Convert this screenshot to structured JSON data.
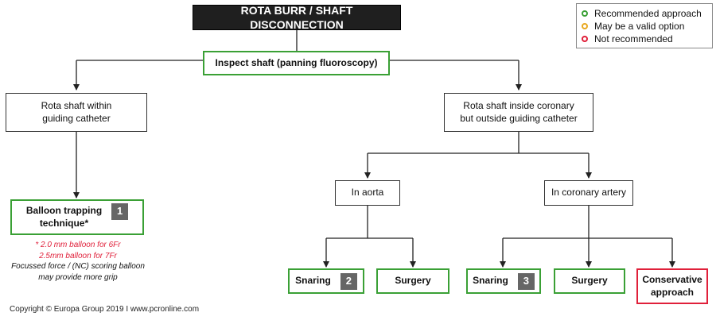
{
  "title": "ROTA BURR / SHAFT DISCONNECTION",
  "legend": [
    {
      "label": "Recommended approach",
      "color": "#3aa035"
    },
    {
      "label": "May be a valid option",
      "color": "#e8a820"
    },
    {
      "label": "Not recommended",
      "color": "#e0203a"
    }
  ],
  "nodes": {
    "inspect": "Inspect shaft (panning fluoroscopy)",
    "within_line1": "Rota shaft within",
    "within_line2": "guiding catheter",
    "inside_line1": "Rota shaft inside coronary",
    "inside_line2": "but outside guiding catheter",
    "balloon_line1": "Balloon trapping",
    "balloon_line2": "technique*",
    "balloon_badge": "1",
    "in_aorta": "In aorta",
    "in_coronary": "In coronary artery",
    "snaring_a": "Snaring",
    "snaring_a_badge": "2",
    "surgery_a": "Surgery",
    "snaring_b": "Snaring",
    "snaring_b_badge": "3",
    "surgery_b": "Surgery",
    "conservative_line1": "Conservative",
    "conservative_line2": "approach"
  },
  "footnote": {
    "line1": "* 2.0 mm balloon for 6Fr",
    "line2": "2.5mm balloon for 7Fr",
    "line3": "Focussed force / (NC) scoring balloon",
    "line4": "may provide more grip"
  },
  "colors": {
    "recommended": "#3aa035",
    "valid": "#e8a820",
    "not_recommended": "#e0203a"
  },
  "copyright": "Copyright © Europa Group 2019 I www.pcronline.com"
}
